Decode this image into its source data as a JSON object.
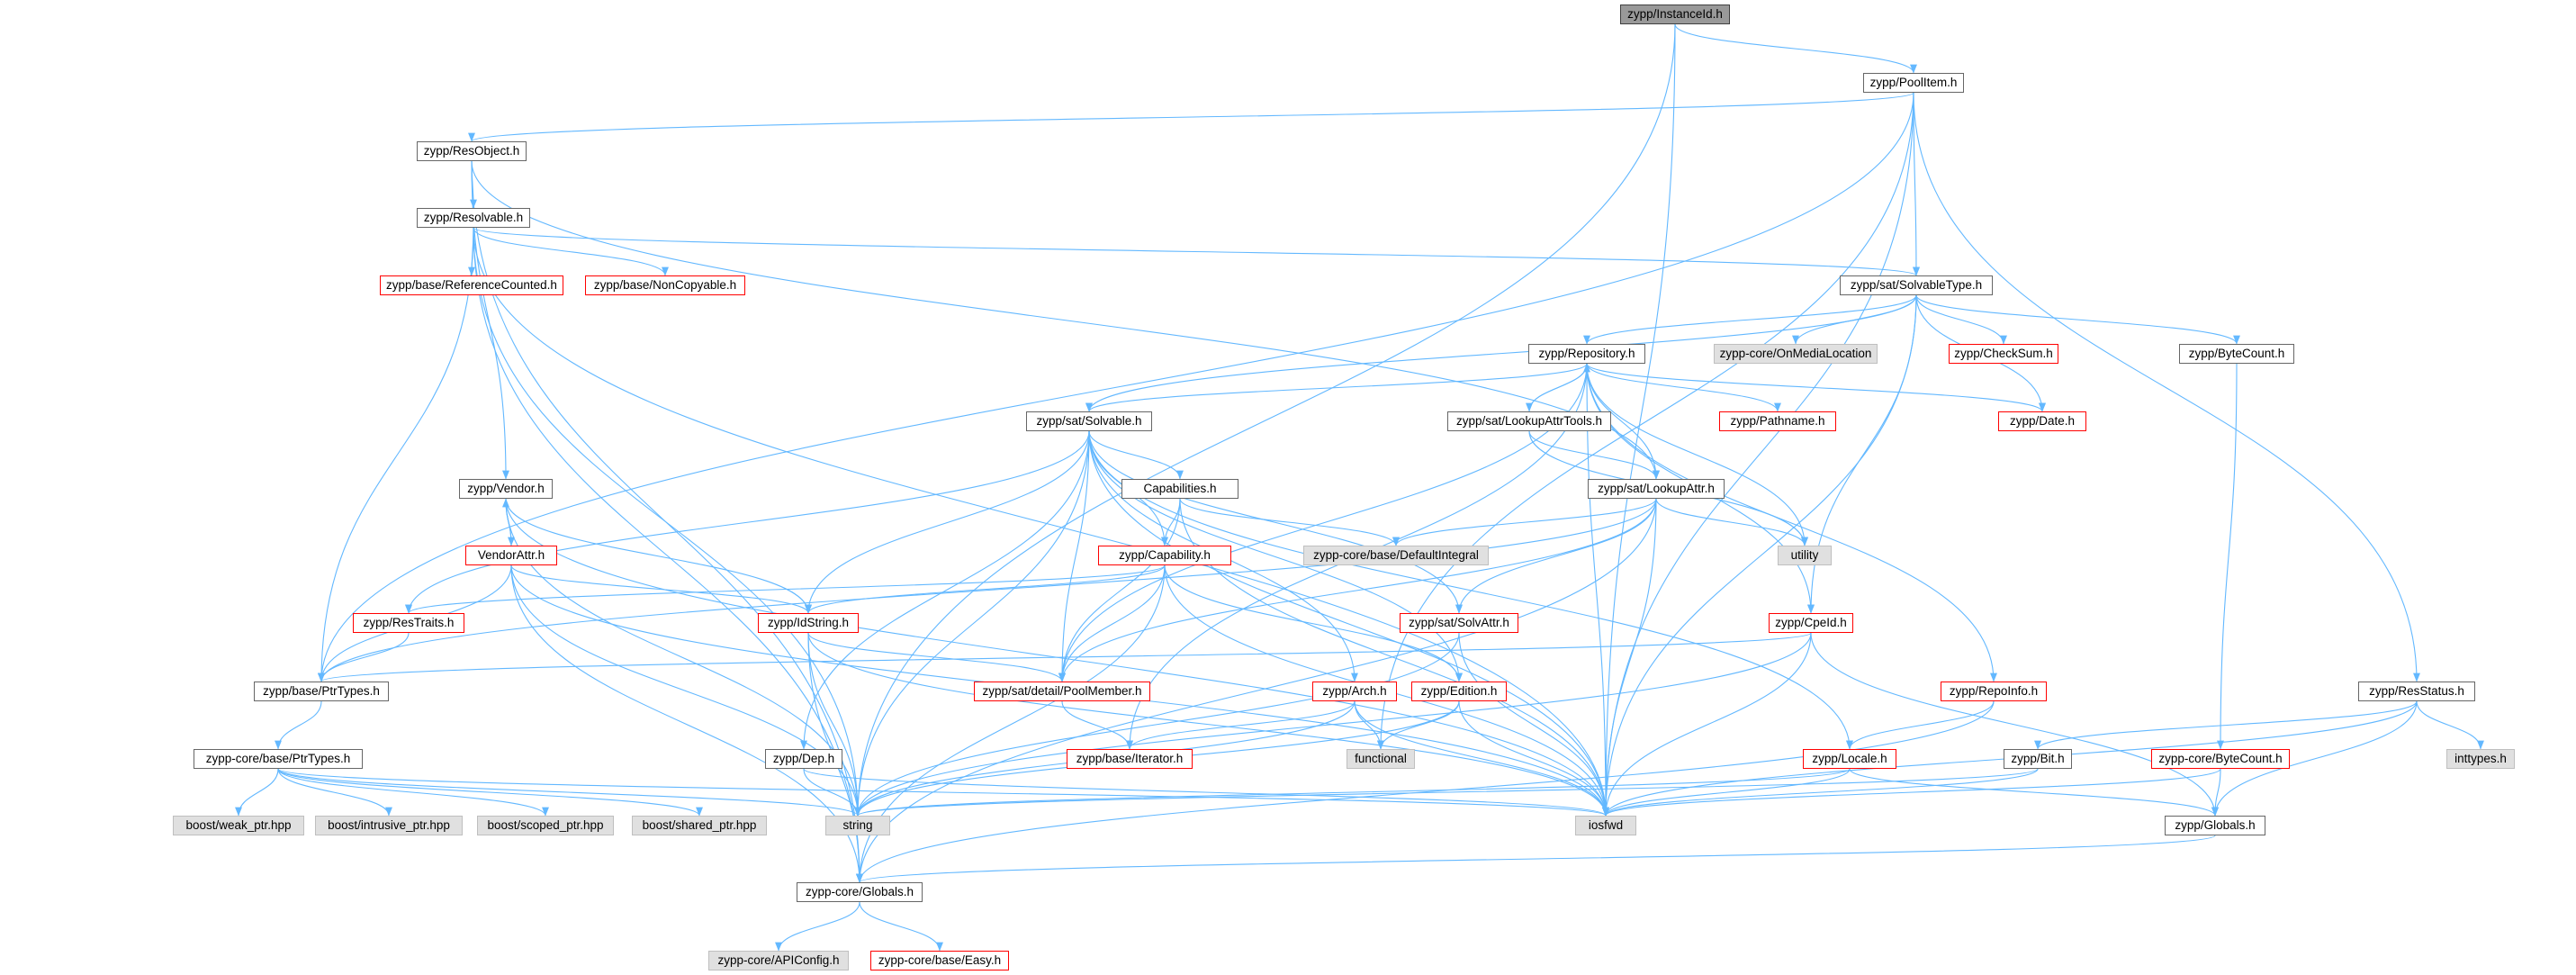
{
  "graph": {
    "edge_color": "#63b8ff",
    "nodes": [
      {
        "id": "instanceid",
        "label": "zypp/InstanceId.h",
        "style": "root"
      },
      {
        "id": "poolitem",
        "label": "zypp/PoolItem.h",
        "style": "normal"
      },
      {
        "id": "resobject",
        "label": "zypp/ResObject.h",
        "style": "normal"
      },
      {
        "id": "resolvable",
        "label": "zypp/Resolvable.h",
        "style": "normal"
      },
      {
        "id": "refcounted",
        "label": "zypp/base/ReferenceCounted.h",
        "style": "red"
      },
      {
        "id": "noncopyable",
        "label": "zypp/base/NonCopyable.h",
        "style": "red"
      },
      {
        "id": "solvabletype",
        "label": "zypp/sat/SolvableType.h",
        "style": "normal"
      },
      {
        "id": "repository",
        "label": "zypp/Repository.h",
        "style": "normal"
      },
      {
        "id": "onmedialocation",
        "label": "zypp-core/OnMediaLocation",
        "style": "gray"
      },
      {
        "id": "checksum",
        "label": "zypp/CheckSum.h",
        "style": "red"
      },
      {
        "id": "bytecount",
        "label": "zypp/ByteCount.h",
        "style": "normal"
      },
      {
        "id": "solvable",
        "label": "zypp/sat/Solvable.h",
        "style": "normal"
      },
      {
        "id": "lookupattrtools",
        "label": "zypp/sat/LookupAttrTools.h",
        "style": "normal"
      },
      {
        "id": "pathname",
        "label": "zypp/Pathname.h",
        "style": "red"
      },
      {
        "id": "date",
        "label": "zypp/Date.h",
        "style": "red"
      },
      {
        "id": "vendor",
        "label": "zypp/Vendor.h",
        "style": "normal"
      },
      {
        "id": "capabilities",
        "label": "Capabilities.h",
        "style": "normal"
      },
      {
        "id": "lookupattr",
        "label": "zypp/sat/LookupAttr.h",
        "style": "normal"
      },
      {
        "id": "vendorattr",
        "label": "VendorAttr.h",
        "style": "red"
      },
      {
        "id": "capability",
        "label": "zypp/Capability.h",
        "style": "red"
      },
      {
        "id": "defaultintegral",
        "label": "zypp-core/base/DefaultIntegral",
        "style": "gray"
      },
      {
        "id": "utility",
        "label": "utility",
        "style": "gray"
      },
      {
        "id": "restraits",
        "label": "zypp/ResTraits.h",
        "style": "red"
      },
      {
        "id": "idstring",
        "label": "zypp/IdString.h",
        "style": "red"
      },
      {
        "id": "solvattr",
        "label": "zypp/sat/SolvAttr.h",
        "style": "red"
      },
      {
        "id": "cpeid",
        "label": "zypp/CpeId.h",
        "style": "red"
      },
      {
        "id": "ptrtypes",
        "label": "zypp/base/PtrTypes.h",
        "style": "normal"
      },
      {
        "id": "poolmember",
        "label": "zypp/sat/detail/PoolMember.h",
        "style": "red"
      },
      {
        "id": "arch",
        "label": "zypp/Arch.h",
        "style": "red"
      },
      {
        "id": "edition",
        "label": "zypp/Edition.h",
        "style": "red"
      },
      {
        "id": "repoinfo",
        "label": "zypp/RepoInfo.h",
        "style": "red"
      },
      {
        "id": "resstatus",
        "label": "zypp/ResStatus.h",
        "style": "normal"
      },
      {
        "id": "coreptrtypes",
        "label": "zypp-core/base/PtrTypes.h",
        "style": "normal"
      },
      {
        "id": "dep",
        "label": "zypp/Dep.h",
        "style": "normal"
      },
      {
        "id": "iterator",
        "label": "zypp/base/Iterator.h",
        "style": "red"
      },
      {
        "id": "functional",
        "label": "functional",
        "style": "gray"
      },
      {
        "id": "locale",
        "label": "zypp/Locale.h",
        "style": "red"
      },
      {
        "id": "bit",
        "label": "zypp/Bit.h",
        "style": "normal"
      },
      {
        "id": "corebytecount",
        "label": "zypp-core/ByteCount.h",
        "style": "red"
      },
      {
        "id": "inttypes",
        "label": "inttypes.h",
        "style": "gray"
      },
      {
        "id": "weakptr",
        "label": "boost/weak_ptr.hpp",
        "style": "gray"
      },
      {
        "id": "intrusiveptr",
        "label": "boost/intrusive_ptr.hpp",
        "style": "gray"
      },
      {
        "id": "scopedptr",
        "label": "boost/scoped_ptr.hpp",
        "style": "gray"
      },
      {
        "id": "sharedptr",
        "label": "boost/shared_ptr.hpp",
        "style": "gray"
      },
      {
        "id": "string",
        "label": "string",
        "style": "gray"
      },
      {
        "id": "iosfwd",
        "label": "iosfwd",
        "style": "gray"
      },
      {
        "id": "globals",
        "label": "zypp/Globals.h",
        "style": "normal"
      },
      {
        "id": "coreglobals",
        "label": "zypp-core/Globals.h",
        "style": "normal"
      },
      {
        "id": "apiconfig",
        "label": "zypp-core/APIConfig.h",
        "style": "gray"
      },
      {
        "id": "easy",
        "label": "zypp-core/base/Easy.h",
        "style": "red"
      }
    ],
    "edges": [
      [
        "instanceid",
        "poolitem"
      ],
      [
        "instanceid",
        "string"
      ],
      [
        "instanceid",
        "iosfwd"
      ],
      [
        "poolitem",
        "resobject"
      ],
      [
        "poolitem",
        "solvabletype"
      ],
      [
        "poolitem",
        "resstatus"
      ],
      [
        "poolitem",
        "ptrtypes"
      ],
      [
        "poolitem",
        "functional"
      ],
      [
        "poolitem",
        "iosfwd"
      ],
      [
        "resobject",
        "resolvable"
      ],
      [
        "resobject",
        "vendor"
      ],
      [
        "resobject",
        "lookupattr"
      ],
      [
        "resobject",
        "coreglobals"
      ],
      [
        "resolvable",
        "refcounted"
      ],
      [
        "resolvable",
        "noncopyable"
      ],
      [
        "resolvable",
        "solvabletype"
      ],
      [
        "resolvable",
        "ptrtypes"
      ],
      [
        "resolvable",
        "iosfwd"
      ],
      [
        "resolvable",
        "string"
      ],
      [
        "resolvable",
        "coreglobals"
      ],
      [
        "solvabletype",
        "repository"
      ],
      [
        "solvabletype",
        "onmedialocation"
      ],
      [
        "solvabletype",
        "checksum"
      ],
      [
        "solvabletype",
        "bytecount"
      ],
      [
        "solvabletype",
        "solvable"
      ],
      [
        "solvabletype",
        "date"
      ],
      [
        "solvabletype",
        "cpeid"
      ],
      [
        "solvabletype",
        "iosfwd"
      ],
      [
        "repository",
        "solvable"
      ],
      [
        "repository",
        "lookupattrtools"
      ],
      [
        "repository",
        "pathname"
      ],
      [
        "repository",
        "date"
      ],
      [
        "repository",
        "lookupattr"
      ],
      [
        "repository",
        "repoinfo"
      ],
      [
        "repository",
        "utility"
      ],
      [
        "repository",
        "poolmember"
      ],
      [
        "repository",
        "iterator"
      ],
      [
        "repository",
        "cpeid"
      ],
      [
        "repository",
        "iosfwd"
      ],
      [
        "lookupattrtools",
        "repository"
      ],
      [
        "lookupattrtools",
        "lookupattr"
      ],
      [
        "lookupattrtools",
        "utility"
      ],
      [
        "solvable",
        "capabilities"
      ],
      [
        "solvable",
        "capability"
      ],
      [
        "solvable",
        "restraits"
      ],
      [
        "solvable",
        "idstring"
      ],
      [
        "solvable",
        "solvattr"
      ],
      [
        "solvable",
        "poolmember"
      ],
      [
        "solvable",
        "arch"
      ],
      [
        "solvable",
        "edition"
      ],
      [
        "solvable",
        "dep"
      ],
      [
        "solvable",
        "locale"
      ],
      [
        "solvable",
        "iosfwd"
      ],
      [
        "solvable",
        "string"
      ],
      [
        "vendor",
        "vendorattr"
      ],
      [
        "vendor",
        "idstring"
      ],
      [
        "vendor",
        "string"
      ],
      [
        "vendor",
        "iosfwd"
      ],
      [
        "vendorattr",
        "vendor"
      ],
      [
        "vendorattr",
        "idstring"
      ],
      [
        "vendorattr",
        "ptrtypes"
      ],
      [
        "vendorattr",
        "coreglobals"
      ],
      [
        "vendorattr",
        "string"
      ],
      [
        "vendorattr",
        "iosfwd"
      ],
      [
        "capabilities",
        "capability"
      ],
      [
        "capabilities",
        "defaultintegral"
      ],
      [
        "capabilities",
        "poolmember"
      ],
      [
        "capabilities",
        "iosfwd"
      ],
      [
        "capability",
        "idstring"
      ],
      [
        "capability",
        "restraits"
      ],
      [
        "capability",
        "poolmember"
      ],
      [
        "capability",
        "edition"
      ],
      [
        "capability",
        "coreglobals"
      ],
      [
        "capability",
        "iosfwd"
      ],
      [
        "lookupattr",
        "defaultintegral"
      ],
      [
        "lookupattr",
        "utility"
      ],
      [
        "lookupattr",
        "solvattr"
      ],
      [
        "lookupattr",
        "poolmember"
      ],
      [
        "lookupattr",
        "ptrtypes"
      ],
      [
        "lookupattr",
        "iosfwd"
      ],
      [
        "lookupattr",
        "coreglobals"
      ],
      [
        "restraits",
        "ptrtypes"
      ],
      [
        "idstring",
        "poolmember"
      ],
      [
        "idstring",
        "string"
      ],
      [
        "idstring",
        "iosfwd"
      ],
      [
        "idstring",
        "coreglobals"
      ],
      [
        "solvattr",
        "iosfwd"
      ],
      [
        "solvattr",
        "string"
      ],
      [
        "cpeid",
        "ptrtypes"
      ],
      [
        "cpeid",
        "iosfwd"
      ],
      [
        "cpeid",
        "string"
      ],
      [
        "cpeid",
        "globals"
      ],
      [
        "ptrtypes",
        "coreptrtypes"
      ],
      [
        "coreptrtypes",
        "weakptr"
      ],
      [
        "coreptrtypes",
        "intrusiveptr"
      ],
      [
        "coreptrtypes",
        "scopedptr"
      ],
      [
        "coreptrtypes",
        "sharedptr"
      ],
      [
        "coreptrtypes",
        "string"
      ],
      [
        "coreptrtypes",
        "iosfwd"
      ],
      [
        "poolmember",
        "iterator"
      ],
      [
        "arch",
        "iterator"
      ],
      [
        "arch",
        "functional"
      ],
      [
        "arch",
        "string"
      ],
      [
        "arch",
        "iosfwd"
      ],
      [
        "edition",
        "functional"
      ],
      [
        "edition",
        "string"
      ],
      [
        "edition",
        "iosfwd"
      ],
      [
        "dep",
        "string"
      ],
      [
        "dep",
        "iosfwd"
      ],
      [
        "repoinfo",
        "locale"
      ],
      [
        "repoinfo",
        "coreglobals"
      ],
      [
        "locale",
        "string"
      ],
      [
        "locale",
        "iosfwd"
      ],
      [
        "locale",
        "globals"
      ],
      [
        "resstatus",
        "bit"
      ],
      [
        "resstatus",
        "inttypes"
      ],
      [
        "resstatus",
        "iosfwd"
      ],
      [
        "resstatus",
        "globals"
      ],
      [
        "bit",
        "string"
      ],
      [
        "bit",
        "iosfwd"
      ],
      [
        "bytecount",
        "corebytecount"
      ],
      [
        "corebytecount",
        "iosfwd"
      ],
      [
        "corebytecount",
        "globals"
      ],
      [
        "globals",
        "coreglobals"
      ],
      [
        "coreglobals",
        "apiconfig"
      ],
      [
        "coreglobals",
        "easy"
      ]
    ]
  }
}
